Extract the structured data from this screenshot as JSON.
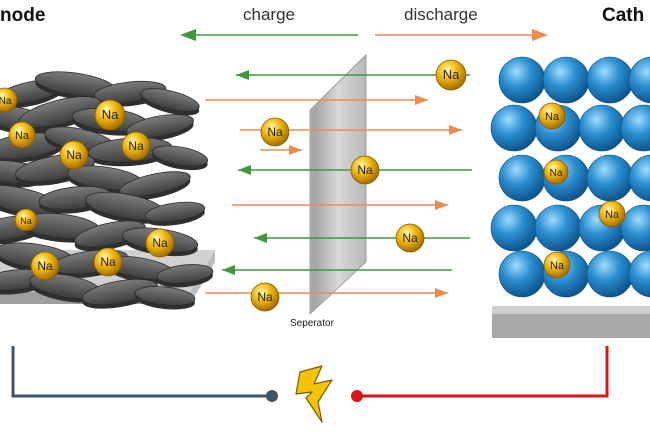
{
  "titles": {
    "anode": "node",
    "cathode": "Cath"
  },
  "flow": {
    "charge": "charge",
    "discharge": "discharge"
  },
  "separator": {
    "label": "Seperator"
  },
  "ion_label": "Na",
  "icons": {
    "power": "lightning-bolt-icon"
  },
  "colors": {
    "charge_arrow": "#3c9a3c",
    "discharge_arrow": "#f08a4b",
    "ion": "#f2b90c",
    "cathode_sphere": "#2a8fd1",
    "cathode_dopant": "#7a3aa8",
    "anode_flake": "#5a5a5a",
    "wire_left": "#3d556b",
    "wire_right": "#d8141c",
    "bolt": "#f5c400"
  }
}
